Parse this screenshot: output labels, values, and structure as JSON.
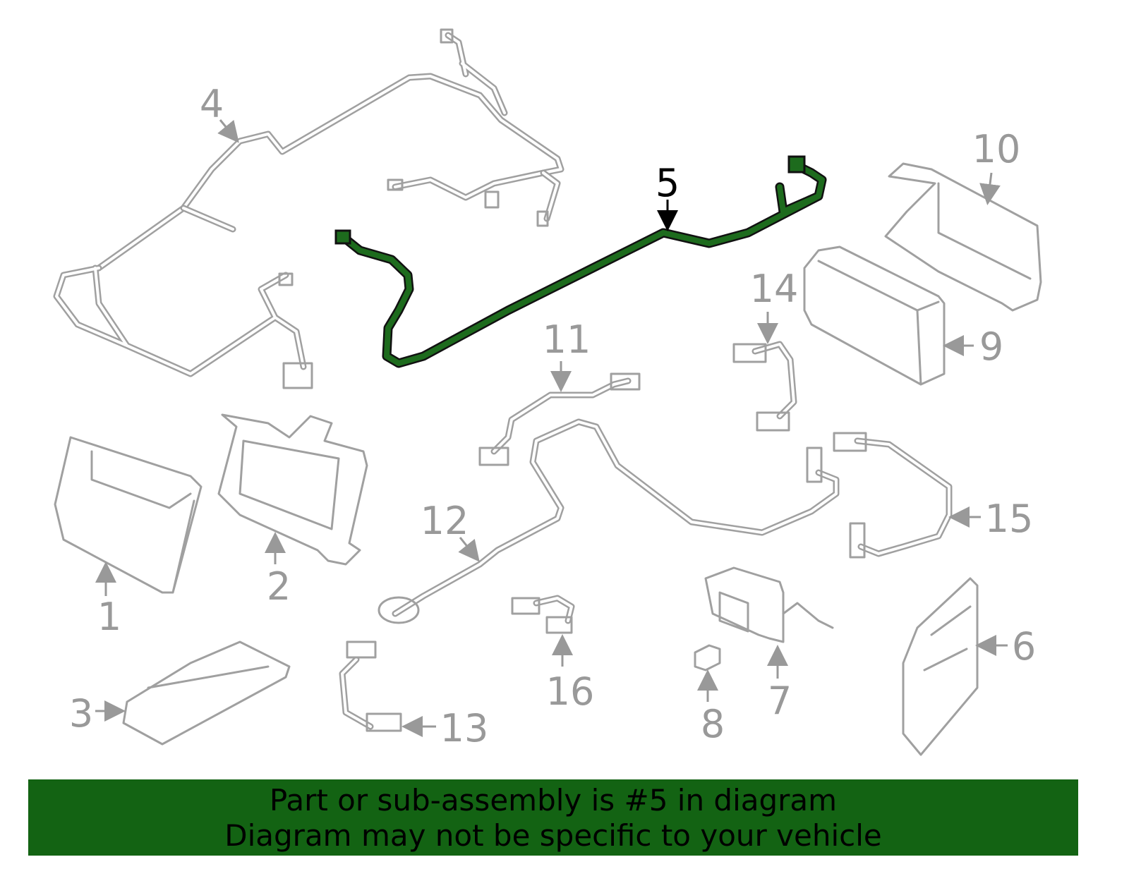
{
  "diagram": {
    "selected_part": "5",
    "highlight_color": "#1d6b1d",
    "callouts": [
      "1",
      "2",
      "3",
      "4",
      "5",
      "6",
      "7",
      "8",
      "9",
      "10",
      "11",
      "12",
      "13",
      "14",
      "15",
      "16"
    ]
  },
  "banner": {
    "line1": "Part or sub-assembly is #5 in diagram",
    "line2": "Diagram may not be specific to your vehicle",
    "background": "#136313"
  }
}
